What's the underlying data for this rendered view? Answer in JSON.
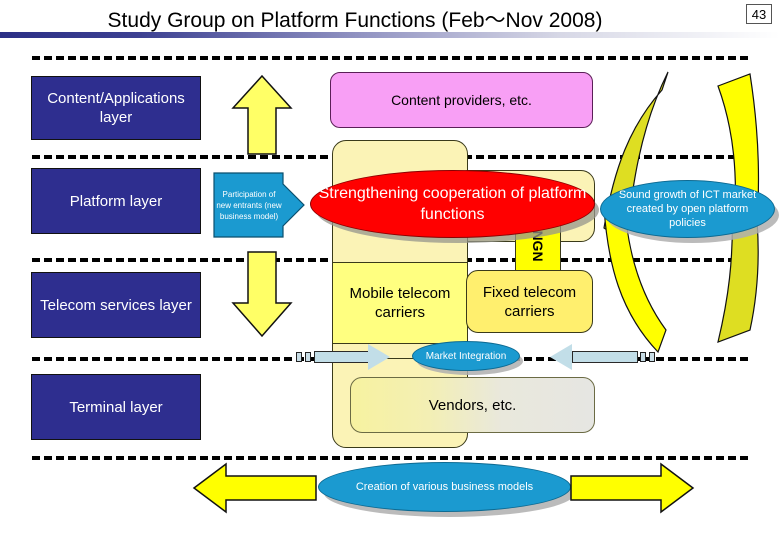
{
  "header": {
    "title": "Study Group on Platform Functions (Feb～Nov 2008)",
    "page_number": "43",
    "rule_color": "#2b2f86"
  },
  "layers": [
    {
      "id": "content-applications",
      "label": "Content/Applications layer"
    },
    {
      "id": "platform",
      "label": "Platform layer"
    },
    {
      "id": "telecom-services",
      "label": "Telecom services layer"
    },
    {
      "id": "terminal",
      "label": "Terminal layer"
    }
  ],
  "nodes": {
    "content_providers": {
      "label": "Content providers, etc.",
      "color": "#f89ff5"
    },
    "participation": {
      "label": "Participation of new entrants (new business model)",
      "color": "#1b9ad0"
    },
    "strengthening": {
      "label": "Strengthening cooperation of platform functions",
      "color": "#ff0000"
    },
    "ict_growth": {
      "label": "Sound growth of ICT market created by open platform policies",
      "color": "#1b9ad0"
    },
    "mobile_carriers": {
      "label": "Mobile telecom carriers",
      "color": "#ffff80"
    },
    "fixed_carriers": {
      "label": "Fixed telecom carriers",
      "color": "#ffef6e"
    },
    "ngn": {
      "label": "NGN",
      "color": "#ffff00"
    },
    "market_integration": {
      "label": "Market Integration",
      "color": "#1b9ad0"
    },
    "vendors": {
      "label": "Vendors, etc.",
      "color": "#f2eeae"
    },
    "business_models": {
      "label": "Creation of various business models",
      "color": "#1b9ad0"
    }
  },
  "arrows": {
    "up_label": "upward-flow-arrow",
    "down_label": "downward-flow-arrow",
    "left_label": "leftward-expansion-arrow",
    "right_label": "rightward-expansion-arrow",
    "ribbon_label": "curved-ribbon-arrow",
    "color_yellow": "#ffff66",
    "color_lightblue": "#c2dee8",
    "color_ribbon": "#ffff00"
  }
}
